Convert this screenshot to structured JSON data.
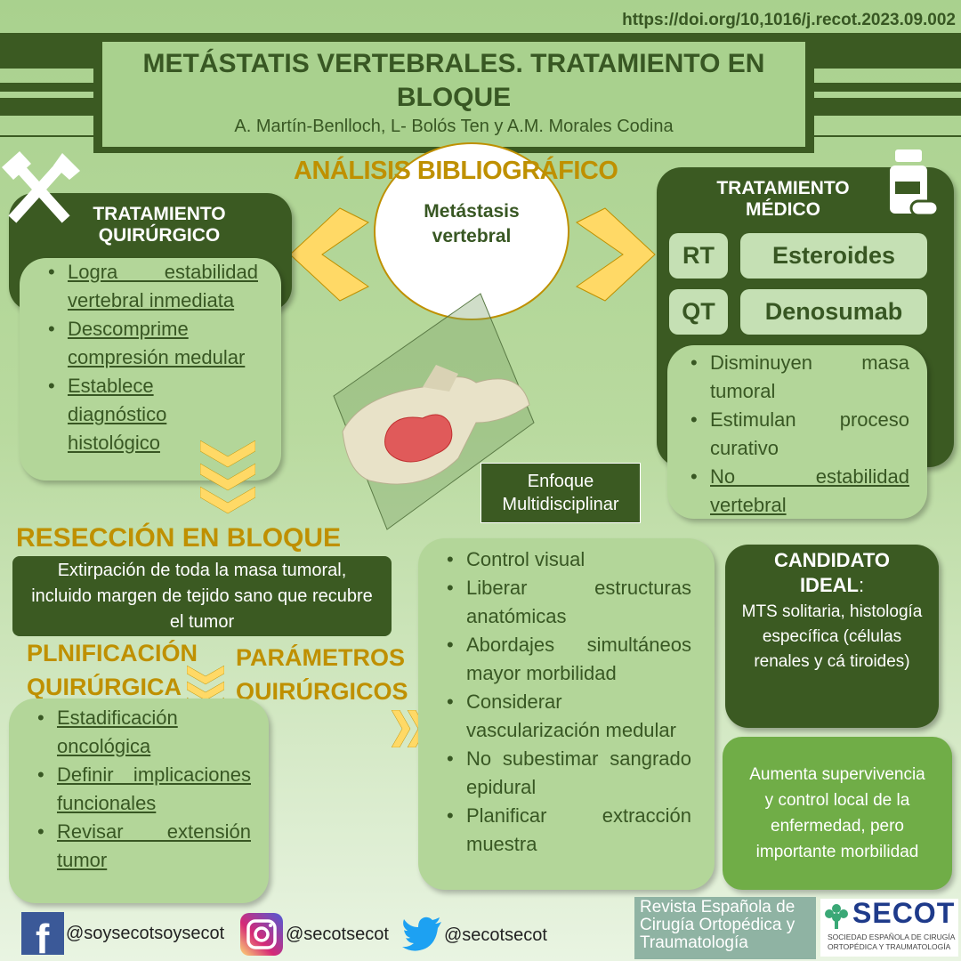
{
  "doi": "https://doi.org/10,1016/j.recot.2023.09.002",
  "title": {
    "line1": "METÁSTATIS  VERTEBRALES. TRATAMIENTO  EN",
    "line2": "BLOQUE",
    "authors": "A. Martín-Benlloch, L- Bolós Ten y A.M. Morales Codina"
  },
  "analysis": "ANÁLISIS BIBLIOGRÁFICO",
  "center": {
    "line1": "Metástasis",
    "line2": "vertebral"
  },
  "surgical": {
    "title1": "TRATAMIENTO",
    "title2": "QUIRÚRGICO",
    "items": [
      "Logra estabilidad vertebral inmediata",
      "Descomprime compresión medular",
      "Establece diagnóstico histológico"
    ]
  },
  "medical": {
    "title1": "TRATAMIENTO",
    "title2": "MÉDICO",
    "rt": "RT",
    "qt": "QT",
    "rt_drug": "Esteroides",
    "qt_drug": "Denosumab",
    "items": [
      "Disminuyen masa tumoral",
      "Estimulan proceso curativo",
      "No estabilidad vertebral"
    ]
  },
  "approach": {
    "line1": "Enfoque",
    "line2": "Multidisciplinar"
  },
  "resection": {
    "title": "RESECCIÓN EN BLOQUE",
    "desc": "Extirpación de toda la masa tumoral, incluido margen de tejido sano que recubre el tumor"
  },
  "planning": {
    "title1": "PLNIFICACIÓN",
    "title2": "QUIRÚRGICA",
    "items": [
      "Estadificación oncológica",
      "Definir implicaciones funcionales",
      "Revisar extensión tumor"
    ]
  },
  "parameters": {
    "title1": "PARÁMETROS",
    "title2": "QUIRÚRGICOS",
    "items": [
      "Control visual",
      "Liberar estructuras anatómicas",
      "Abordajes simultáneos mayor morbilidad",
      "Considerar vascularización medular",
      "No subestimar sangrado epidural",
      "Planificar extracción muestra"
    ]
  },
  "candidate": {
    "title1": "CANDIDATO",
    "title2": "IDEAL",
    "colon": ":",
    "desc": "MTS solitaria, histología específica (células renales y cá tiroides)"
  },
  "outcome": "Aumenta supervivencia y control local de la enfermedad, pero importante morbilidad",
  "social": {
    "facebook": "@soysecotsoysecot",
    "instagram": "@secotsecot",
    "twitter": "@secotsecot"
  },
  "logos": {
    "journal": "Revista Española de Cirugía Ortopédica y Traumatología",
    "secot": "SECOT",
    "secot_sub": "SOCIEDAD ESPAÑOLA DE CIRUGÍA ORTOPÉDICA Y TRAUMATOLOGÍA"
  },
  "colors": {
    "dark": "#3b5a22",
    "gold": "#bf9000",
    "chevron": "#ffd966",
    "light": "#b3d699",
    "mid": "#70ad47"
  }
}
